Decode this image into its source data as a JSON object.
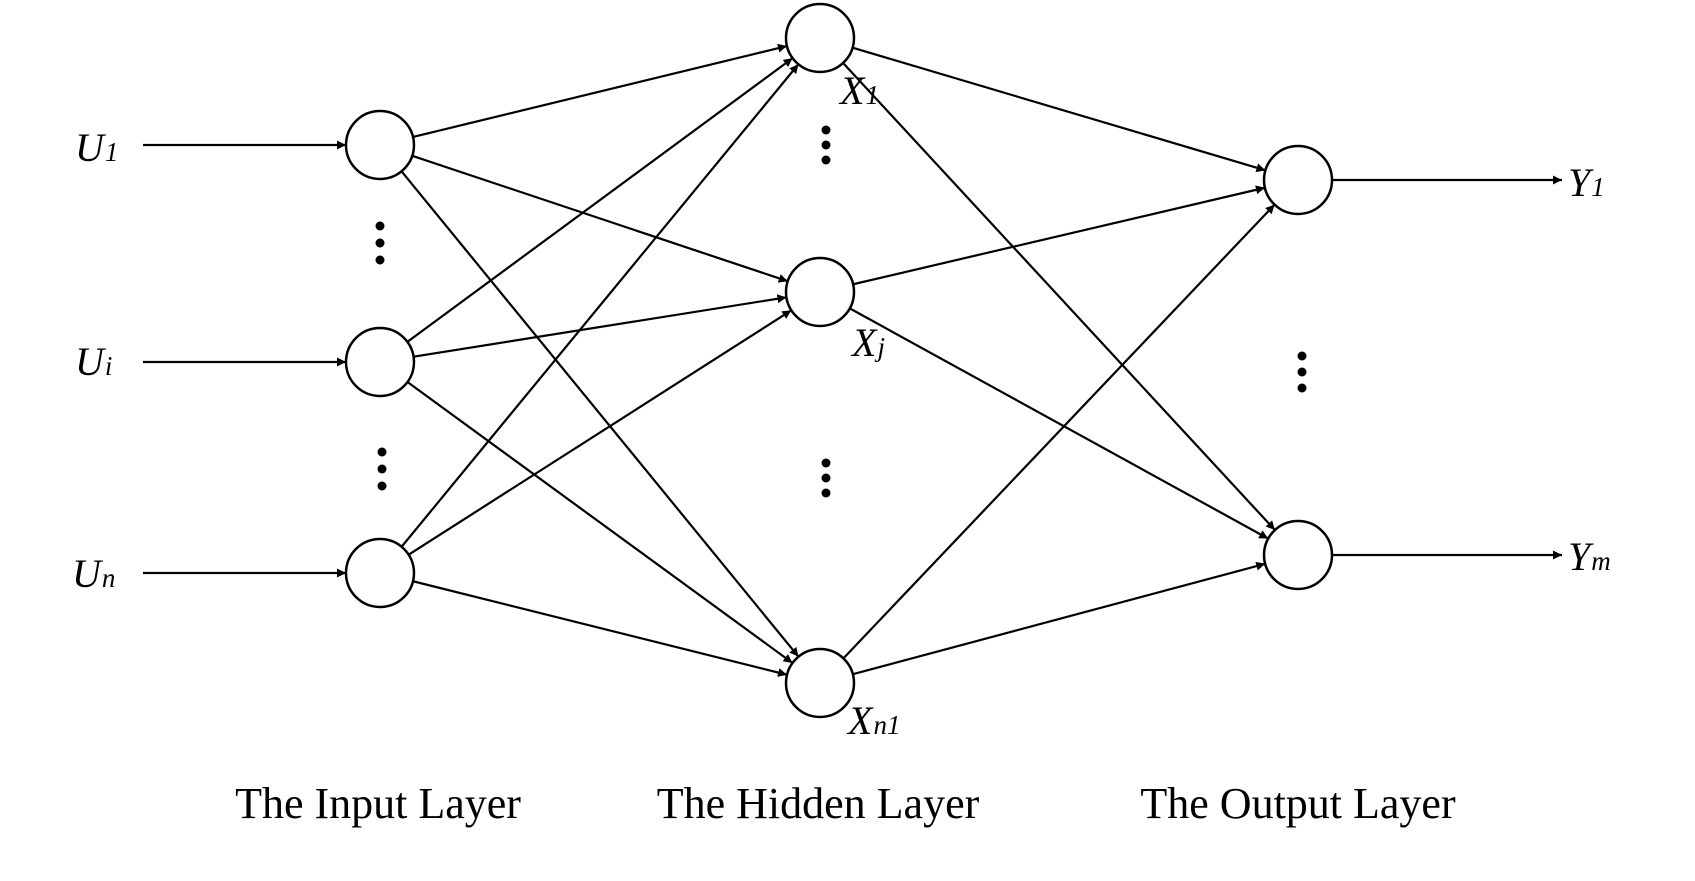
{
  "diagram": {
    "colors": {
      "stroke": "#000000",
      "background": "#ffffff"
    },
    "input_labels": [
      {
        "main": "U",
        "sub": "1"
      },
      {
        "main": "U",
        "sub": "i"
      },
      {
        "main": "U",
        "sub": "n"
      }
    ],
    "hidden_labels": [
      {
        "main": "X",
        "sub": "1"
      },
      {
        "main": "X",
        "sub": "j"
      },
      {
        "main": "X",
        "sub": "n1"
      }
    ],
    "output_labels": [
      {
        "main": "Y",
        "sub": "1"
      },
      {
        "main": "Y",
        "sub": "m"
      }
    ],
    "layer_titles": {
      "input": "The Input Layer",
      "hidden": "The Hidden Layer",
      "output": "The Output Layer"
    }
  }
}
